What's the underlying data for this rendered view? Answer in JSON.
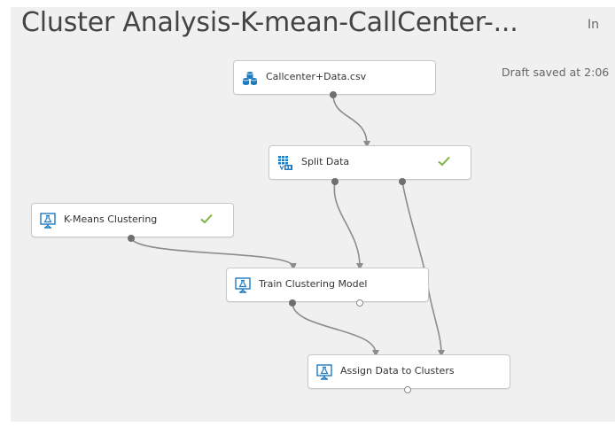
{
  "experiment": {
    "title": "Cluster Analysis-K-mean-CallCenter-...",
    "mode_label": "In",
    "draft_status": "Draft saved at 2:06"
  },
  "colors": {
    "canvas": "#f0f0f0",
    "wire": "#8c8c8c",
    "port": "#6e6e6e",
    "check": "#7cb342",
    "icon": "#1f7bbf"
  },
  "modules": {
    "dataset": {
      "label": "Callcenter+Data.csv",
      "icon": "dataset-icon"
    },
    "split": {
      "label": "Split Data",
      "icon": "split-data-icon",
      "status": "completed"
    },
    "kmeans": {
      "label": "K-Means Clustering",
      "icon": "flask-icon",
      "status": "completed"
    },
    "train": {
      "label": "Train Clustering Model",
      "icon": "flask-icon"
    },
    "assign": {
      "label": "Assign Data to Clusters",
      "icon": "flask-icon"
    }
  }
}
